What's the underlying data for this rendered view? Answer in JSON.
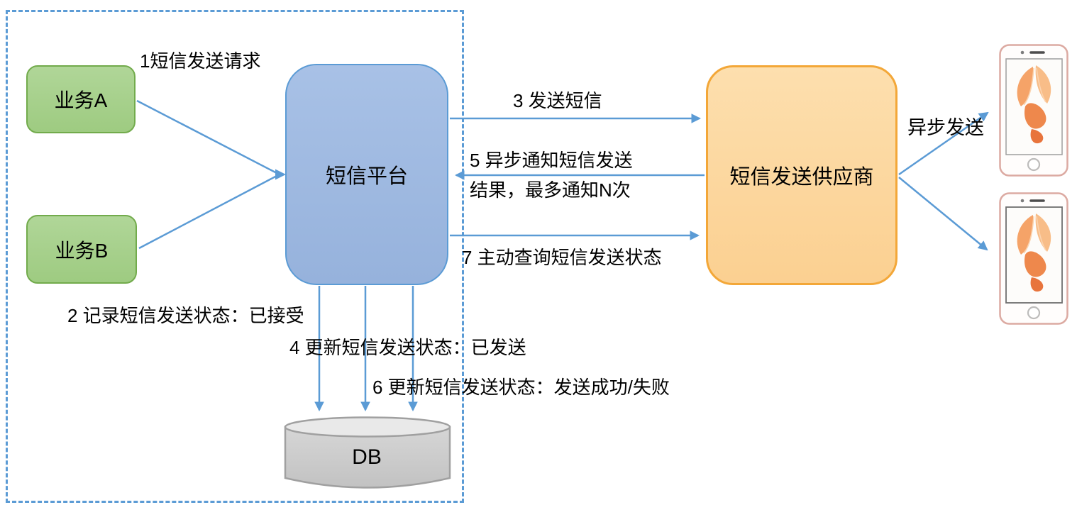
{
  "diagram": {
    "boundary_note": "",
    "nodes": {
      "service_a": {
        "label": "业务A",
        "fill": "#a6d08c",
        "border": "#72ab4c"
      },
      "service_b": {
        "label": "业务B",
        "fill": "#a6d08c",
        "border": "#72ab4c"
      },
      "sms_platform": {
        "label": "短信平台",
        "fill": "#9fbbe3",
        "border": "#5b9bd5"
      },
      "sms_provider": {
        "label": "短信发送供应商",
        "fill": "#fcd79e",
        "border": "#f3a738"
      },
      "database": {
        "label": "DB",
        "fill": "#c9c9c9",
        "border": "#a0a0a0"
      }
    },
    "labels": {
      "step1": "1短信发送请求",
      "step2": "2 记录短信发送状态：已接受",
      "step3": "3 发送短信",
      "step4": "4 更新短信发送状态：已发送",
      "step5": "5 异步通知短信发送\n结果，最多通知N次",
      "step6": "6 更新短信发送状态：发送成功/失败",
      "step7": "7 主动查询短信发送状态",
      "async_send": "异步发送"
    },
    "colors": {
      "arrow": "#5b9bd5",
      "boundary": "#5b9bd5"
    }
  }
}
